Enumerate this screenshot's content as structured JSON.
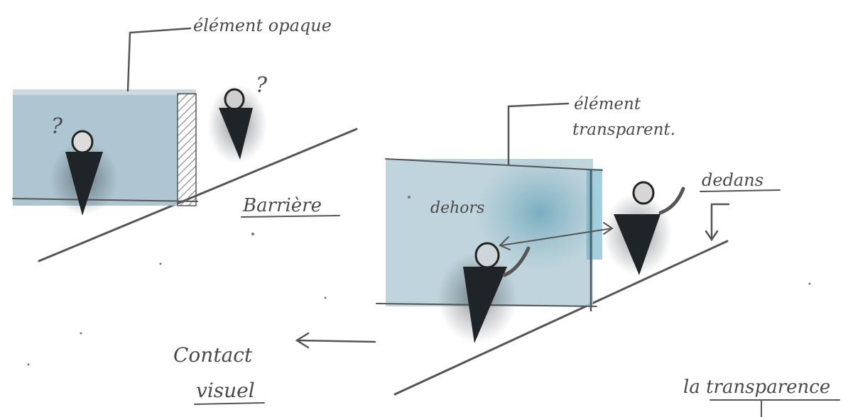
{
  "labels": {
    "opaque_element": "élément opaque",
    "barrier": "Barrière",
    "transparent_element_line1": "élément",
    "transparent_element_line2": "transparent.",
    "inside": "dedans",
    "outside": "dehors",
    "visual_contact_line1": "Contact",
    "visual_contact_line2": "visuel",
    "transparency": "la transparence",
    "question_mark_left": "?",
    "question_mark_right": "?"
  },
  "colors": {
    "wash_blue": "#a9c3cf",
    "wash_blue_dark": "#4f97ad",
    "ink": "#4a4a4a",
    "figure": "#1f2428"
  }
}
